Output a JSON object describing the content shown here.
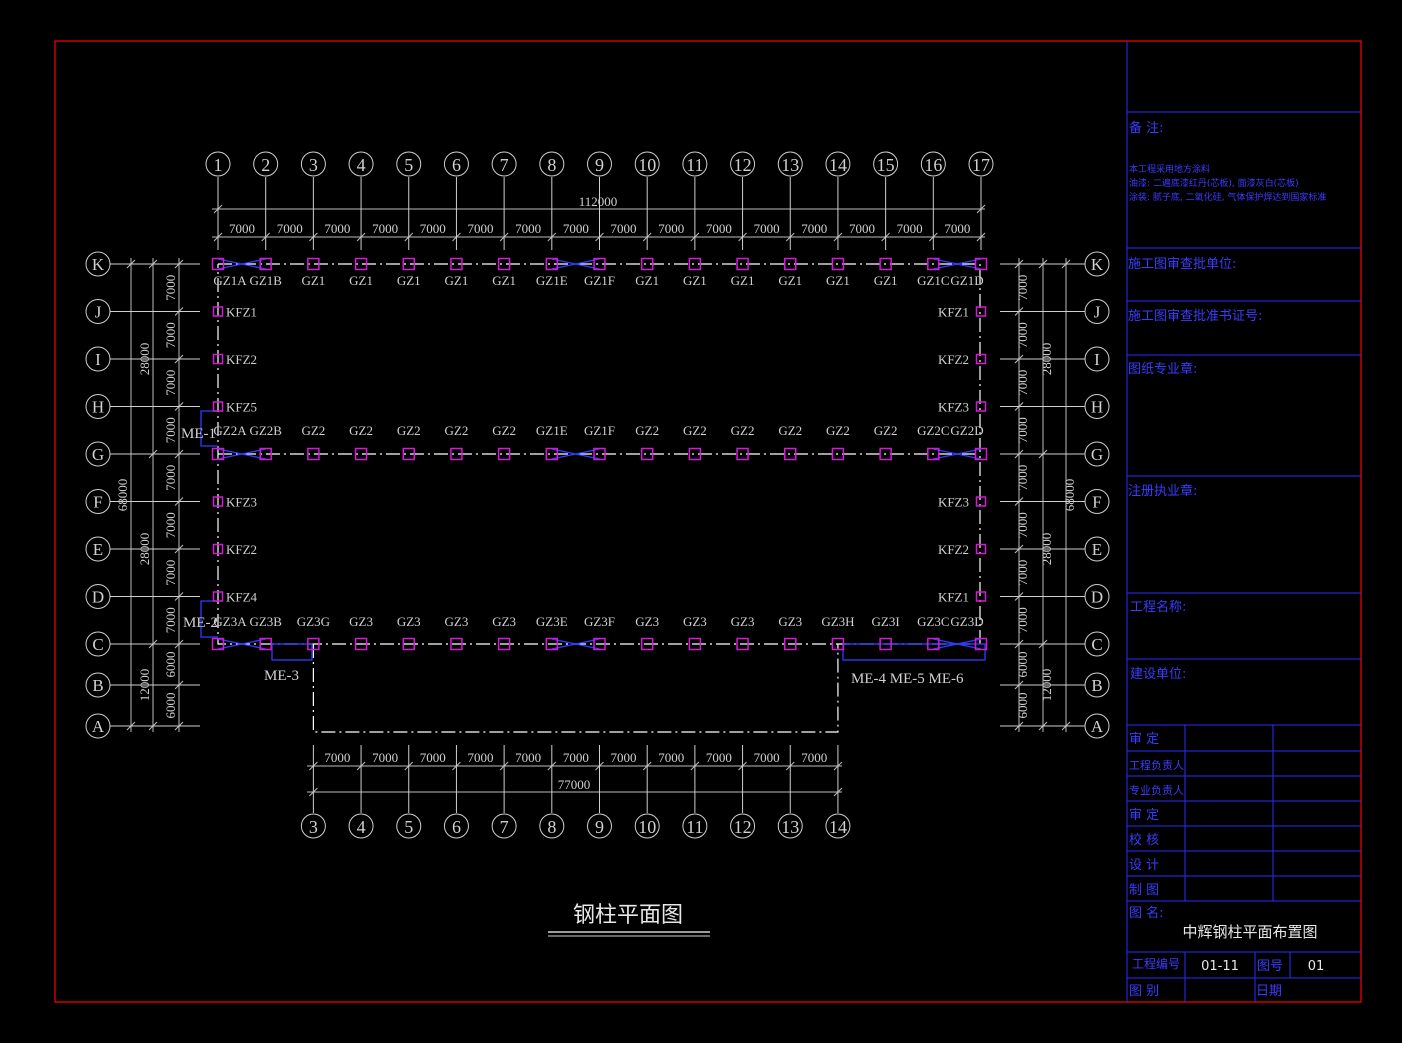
{
  "top_axes": [
    "1",
    "2",
    "3",
    "4",
    "5",
    "6",
    "7",
    "8",
    "9",
    "10",
    "11",
    "12",
    "13",
    "14",
    "15",
    "16",
    "17"
  ],
  "bottom_axes": [
    "3",
    "4",
    "5",
    "6",
    "7",
    "8",
    "9",
    "10",
    "11",
    "12",
    "13",
    "14"
  ],
  "row_axes": [
    "K",
    "J",
    "I",
    "H",
    "G",
    "F",
    "E",
    "D",
    "C",
    "B",
    "A"
  ],
  "top_span_dim": "7000",
  "top_total_dim": "112000",
  "bottom_span_dim": "7000",
  "bottom_total_dim": "77000",
  "side_dims": {
    "row_spacing": [
      "7000",
      "7000",
      "7000",
      "7000",
      "7000",
      "7000",
      "7000",
      "7000",
      "6000",
      "6000"
    ],
    "upper_group": "28000",
    "middle_group": "28000",
    "lower_group": "12000",
    "total": "68000"
  },
  "row_k_labels": [
    "GZ1A",
    "GZ1B",
    "GZ1",
    "GZ1",
    "GZ1",
    "GZ1",
    "GZ1",
    "GZ1E",
    "GZ1F",
    "GZ1",
    "GZ1",
    "GZ1",
    "GZ1",
    "GZ1",
    "GZ1",
    "GZ1C",
    "GZ1D"
  ],
  "row_g_labels": [
    "GZ2A",
    "GZ2B",
    "GZ2",
    "GZ2",
    "GZ2",
    "GZ2",
    "GZ2",
    "GZ1E",
    "GZ1F",
    "GZ2",
    "GZ2",
    "GZ2",
    "GZ2",
    "GZ2",
    "GZ2",
    "GZ2C",
    "GZ2D"
  ],
  "row_c_labels": [
    "GZ3A",
    "GZ3B",
    "GZ3G",
    "GZ3",
    "GZ3",
    "GZ3",
    "GZ3",
    "GZ3E",
    "GZ3F",
    "GZ3",
    "GZ3",
    "GZ3",
    "GZ3",
    "GZ3H",
    "GZ3I",
    "GZ3C",
    "GZ3D"
  ],
  "left_kfz": [
    "KFZ1",
    "KFZ2",
    "KFZ5",
    "KFZ3",
    "KFZ2",
    "KFZ4"
  ],
  "right_kfz": [
    "KFZ1",
    "KFZ2",
    "KFZ3",
    "KFZ3",
    "KFZ2",
    "KFZ1"
  ],
  "me_labels": {
    "me1": "ME-1",
    "me2": "ME-2",
    "me3": "ME-3",
    "me456": "ME-4 ME-5 ME-6"
  },
  "drawing_title": "钢柱平面图",
  "title_block": {
    "remarks_label": "备    注:",
    "remarks_lines": [
      "本工程采用地方涂料",
      "油漆: 二遍底漆红丹(芯板), 面漆灰白(芯板)",
      "涂装: 腻子底, 二氧化硅, 气体保护焊达到国家标准"
    ],
    "review_unit": "施工图审查批单位:",
    "review_cert": "施工图审查批准书证号:",
    "pro_seal": "图纸专业章:",
    "reg_seal": "注册执业章:",
    "project_name": "工程名称:",
    "client": "建设单位:",
    "sign_rows": [
      "审    定",
      "工程负责人",
      "专业负责人",
      "审    定",
      "校    核",
      "设    计",
      "制    图"
    ],
    "drawing_name_label": "图    名:",
    "drawing_name": "中辉钢柱平面布置图",
    "project_no_label": "工程编号",
    "project_no": "01-11",
    "sheet_no_label": "图号",
    "sheet_no": "01",
    "category_label": "图    别",
    "date_label": "日期"
  },
  "colors": {
    "frame": "#ff0000",
    "table": "#2b2bff",
    "column": "#d21bd2",
    "brace": "#2f3cff",
    "line": "#ffffff"
  }
}
